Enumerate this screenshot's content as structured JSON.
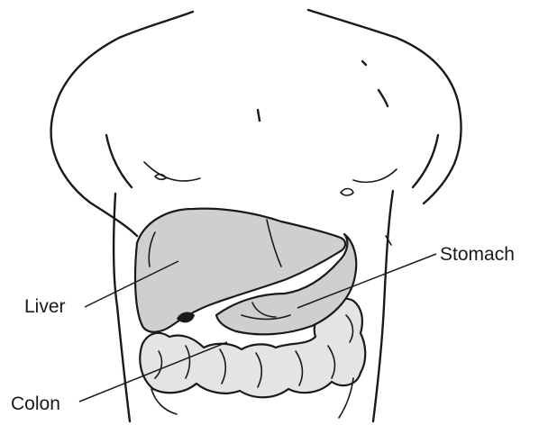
{
  "labels": {
    "liver": "Liver",
    "colon": "Colon",
    "stomach": "Stomach"
  },
  "colors": {
    "outline": "#1a1a1a",
    "organ_fill": "#cfcfcf",
    "intestine_fill": "#e4e4e4",
    "background": "#ffffff"
  }
}
